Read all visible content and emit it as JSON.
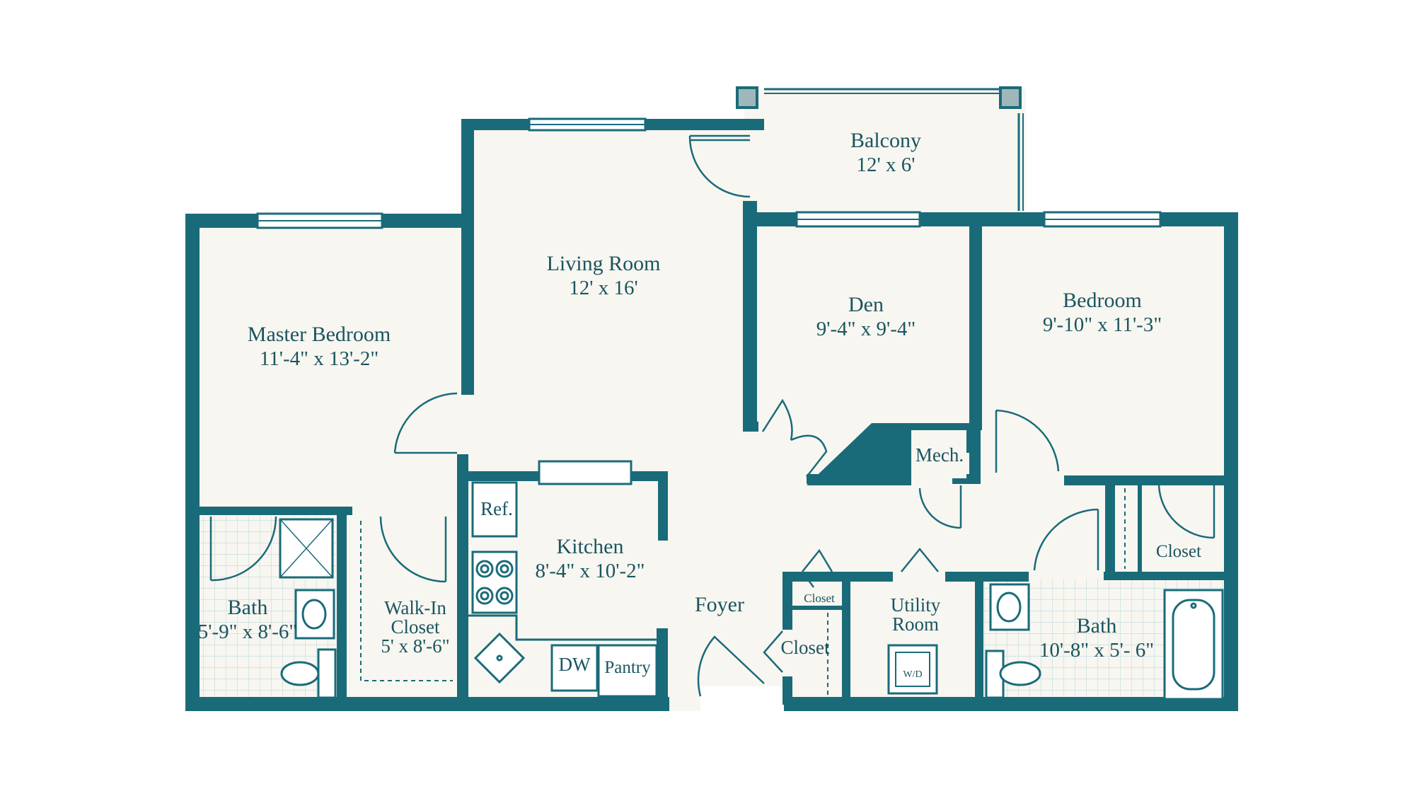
{
  "colors": {
    "wall": "#1a6b7a",
    "floor": "#f8f6f0",
    "tile_line": "#c7dfe0",
    "fixture": "#1a6b7a",
    "text": "#1a5561"
  },
  "rooms": {
    "balcony": {
      "name": "Balcony",
      "dims": "12' x 6'"
    },
    "living_room": {
      "name": "Living Room",
      "dims": "12' x 16'"
    },
    "master_bedroom": {
      "name": "Master Bedroom",
      "dims": "11'-4\" x 13'-2\""
    },
    "den": {
      "name": "Den",
      "dims": "9'-4\" x 9'-4\""
    },
    "bedroom": {
      "name": "Bedroom",
      "dims": "9'-10\" x 11'-3\""
    },
    "mech": {
      "name": "Mech."
    },
    "kitchen": {
      "name": "Kitchen",
      "dims": "8'-4\" x 10'-2\""
    },
    "ref": {
      "name": "Ref."
    },
    "foyer": {
      "name": "Foyer"
    },
    "master_bath": {
      "name": "Bath",
      "dims": "5'-9\" x 8'-6\""
    },
    "walk_in_closet": {
      "name_line1": "Walk-In",
      "name_line2": "Closet",
      "dims": "5' x 8'-6\""
    },
    "dw": {
      "name": "DW"
    },
    "pantry": {
      "name": "Pantry"
    },
    "foyer_closet_small": {
      "name": "Closet"
    },
    "foyer_closet": {
      "name": "Closet"
    },
    "utility_room": {
      "name_line1": "Utility",
      "name_line2": "Room"
    },
    "washer_dryer": {
      "name": "W/D"
    },
    "bath": {
      "name": "Bath",
      "dims": "10'-8\" x 5'- 6\""
    },
    "bedroom_closet": {
      "name": "Closet"
    }
  }
}
